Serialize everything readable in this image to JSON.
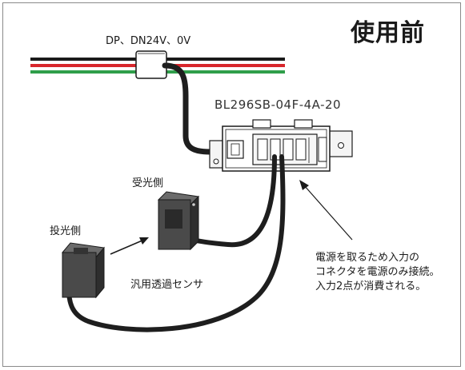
{
  "title": "使用前",
  "bus_label": "DP、DN24V、0V",
  "model_label": "BL296SB-04F-4A-20",
  "receiver_label": "受光側",
  "emitter_label": "投光側",
  "sensor_label": "汎用透過センサ",
  "note_lines": [
    "電源を取るため入力の",
    "コネクタを電源のみ接続。",
    "入力2点が消費される。"
  ],
  "colors": {
    "wire_black": "#1a1a1a",
    "wire_red": "#d8262c",
    "wire_green": "#2f9e4a",
    "cable": "#1e1e1e",
    "sensor_body": "#4a4a4a",
    "frame": "#8a8a8a"
  }
}
